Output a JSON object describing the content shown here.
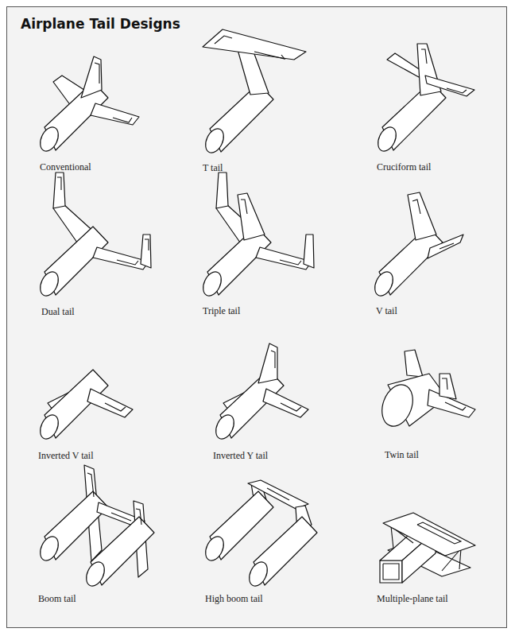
{
  "diagram": {
    "title": "Airplane Tail Designs",
    "labels": [
      "Conventional",
      "T tail",
      "Cruciform tail",
      "Dual tail",
      "Triple tail",
      "V tail",
      "Inverted V tail",
      "Inverted Y tail",
      "Twin tail",
      "Boom tail",
      "High boom tail",
      "Multiple-plane tail"
    ]
  }
}
